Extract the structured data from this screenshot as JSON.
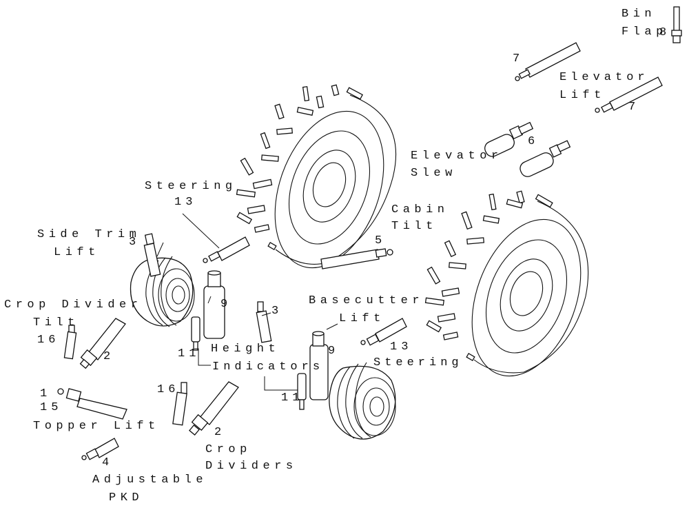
{
  "labels": {
    "bin_flap_1": "Bin",
    "bin_flap_2": "Flap",
    "elevator_lift_1": "Elevator",
    "elevator_lift_2": "Lift",
    "elevator_slew_1": "Elevator",
    "elevator_slew_2": "Slew",
    "steering_top": "Steering",
    "cabin_tilt_1": "Cabin",
    "cabin_tilt_2": "Tilt",
    "side_trim_1": "Side Trim",
    "side_trim_2": "Lift",
    "crop_divider_tilt_1": "Crop Divider",
    "crop_divider_tilt_2": "Tilt",
    "basecutter_1": "Basecutter",
    "basecutter_2": "Lift",
    "height_ind_1": "Height",
    "height_ind_2": "Indicators",
    "steering_bottom": "Steering",
    "topper_lift": "Topper Lift",
    "crop_dividers_1": "Crop",
    "crop_dividers_2": "Dividers",
    "adjustable_1": "Adjustable",
    "adjustable_2": "PKD"
  },
  "callouts": {
    "n8": "8",
    "n7a": "7",
    "n7b": "7",
    "n6": "6",
    "n13a": "13",
    "n5": "5",
    "n3a": "3",
    "n9a": "9",
    "n3b": "3",
    "n16a": "16",
    "n2a": "2",
    "n11a": "11",
    "n9b": "9",
    "n13b": "13",
    "n11b": "11",
    "n1": "1",
    "n15": "15",
    "n16b": "16",
    "n2b": "2",
    "n4": "4"
  }
}
